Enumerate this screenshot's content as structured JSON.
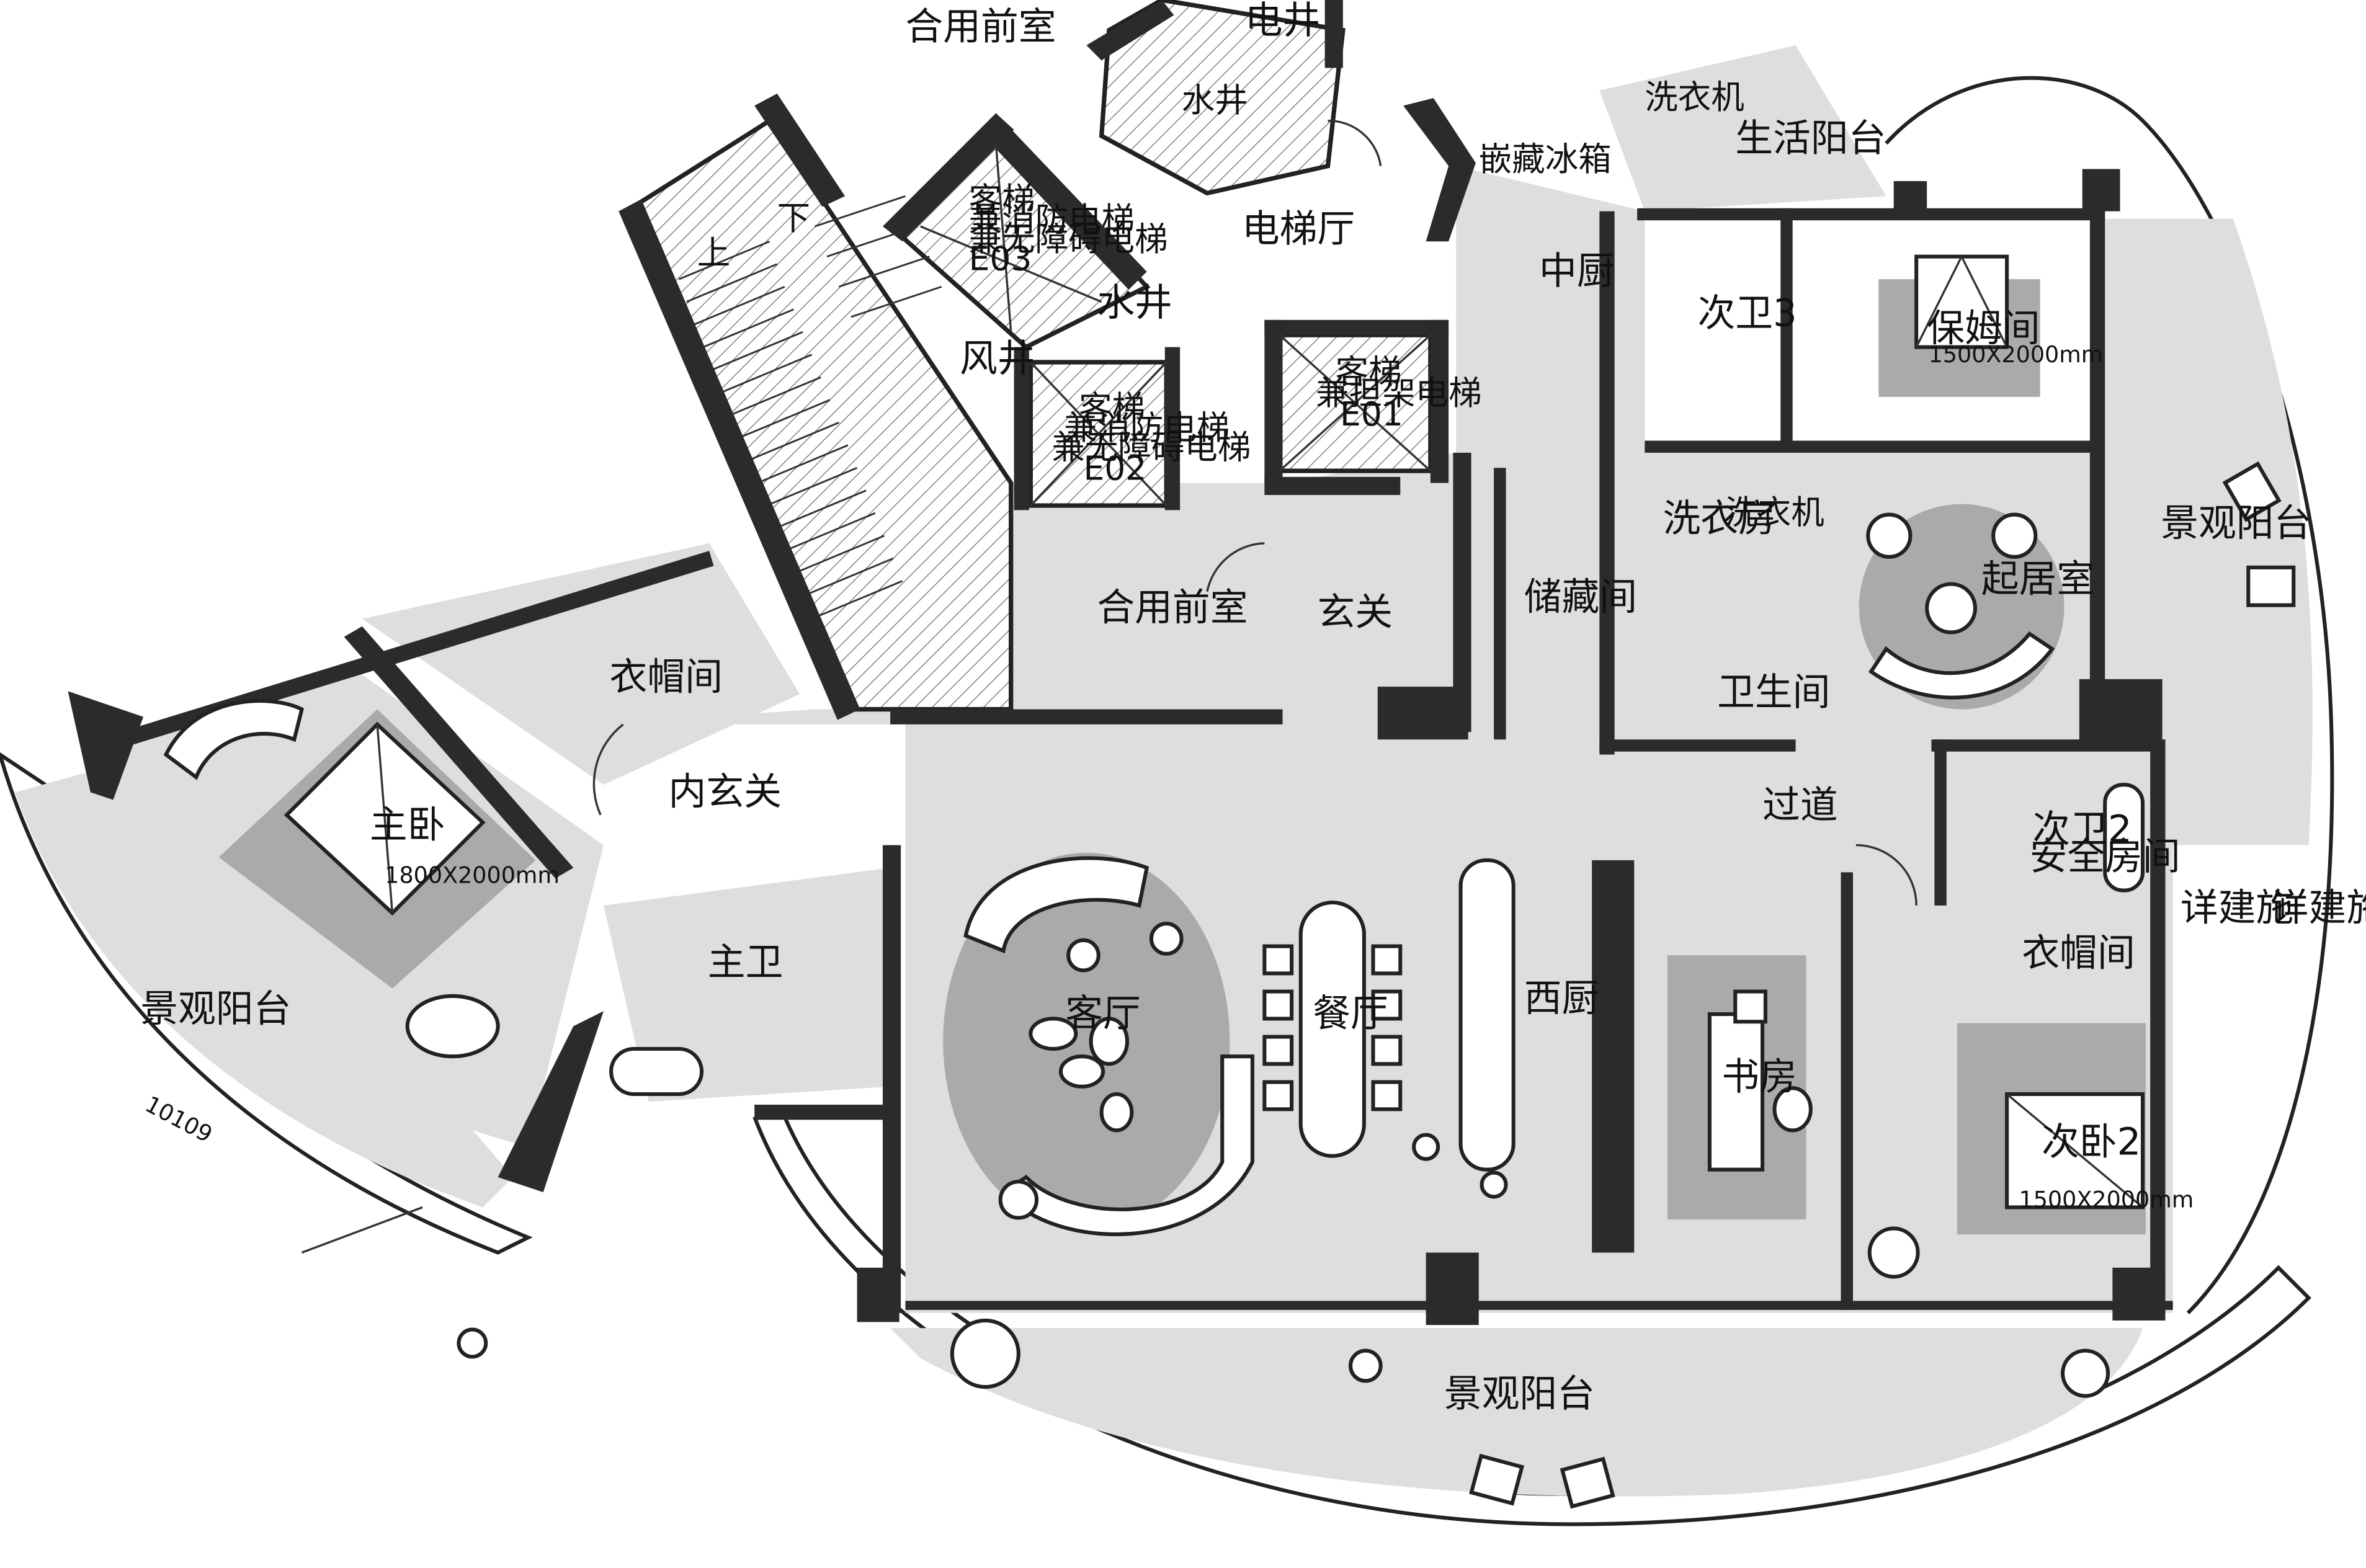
{
  "rooms": {
    "shared_front_room_top": "合用前室",
    "elec_shaft": "电井",
    "water_shaft_top": "水井",
    "laundry_top": "洗衣机",
    "hidden_fridge": "嵌藏冰箱",
    "service_balcony": "生活阳台",
    "elevator_hall": "电梯厅",
    "middle_kitchen": "中厨",
    "guest_bath_3": "次卫3",
    "nanny_room": "保姆间",
    "elevator_e03": [
      "客梯",
      "兼消防电梯",
      "兼无障碍电梯",
      "E03"
    ],
    "water_shaft": "水井",
    "air_shaft": "风井",
    "elevator_e02": [
      "客梯",
      "兼消防电梯",
      "兼无障碍电梯",
      "E02"
    ],
    "elevator_e01": [
      "客梯",
      "兼担架电梯",
      "E01"
    ],
    "stair_up": "上",
    "stair_down": "下",
    "landscape_balcony_right": "景观阳台",
    "laundry_room": "洗衣房",
    "laundry": "洗衣机",
    "living_room_family": "起居室",
    "storage": "储藏间",
    "foyer": "玄关",
    "shared_front_room": "合用前室",
    "walkin_closet_master": "衣帽间",
    "bathroom": "卫生间",
    "inner_foyer": "内玄关",
    "master_bedroom": "主卧",
    "corridor": "过道",
    "guest_bath_2": "次卫2",
    "safe_room": "安全房间",
    "see_arch_1": "详建施",
    "see_arch_2": "详建施",
    "walkin_closet_2": "衣帽间",
    "master_bath": "主卫",
    "living_room": "客厅",
    "dining_room": "餐厅",
    "western_kitchen": "西厨",
    "landscape_balcony_left": "景观阳台",
    "study": "书房",
    "guest_bedroom_2": "次卧2",
    "landscape_balcony_bottom": "景观阳台"
  },
  "marks": {
    "dimension": "10109",
    "bed_size_master": "1800X2000mm",
    "bed_size_nanny": "1500X2000mm",
    "bed_size_guest": "1500X2000mm"
  }
}
